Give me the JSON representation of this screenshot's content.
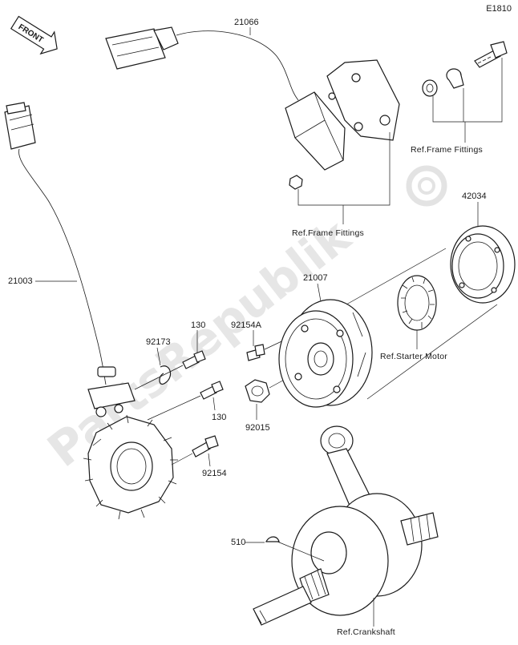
{
  "diagram_code": "E1810",
  "front_label": "FRONT",
  "watermark": "PartsRepublik",
  "parts": {
    "p21066": "21066",
    "p21003": "21003",
    "p21007": "21007",
    "p42034": "42034",
    "p92173": "92173",
    "p130a": "130",
    "p130b": "130",
    "p92154A": "92154A",
    "p92015": "92015",
    "p92154": "92154",
    "p510": "510"
  },
  "refs": {
    "frame_fittings_1": "Ref.Frame Fittings",
    "frame_fittings_2": "Ref.Frame Fittings",
    "starter_motor": "Ref.Starter Motor",
    "crankshaft": "Ref.Crankshaft"
  }
}
